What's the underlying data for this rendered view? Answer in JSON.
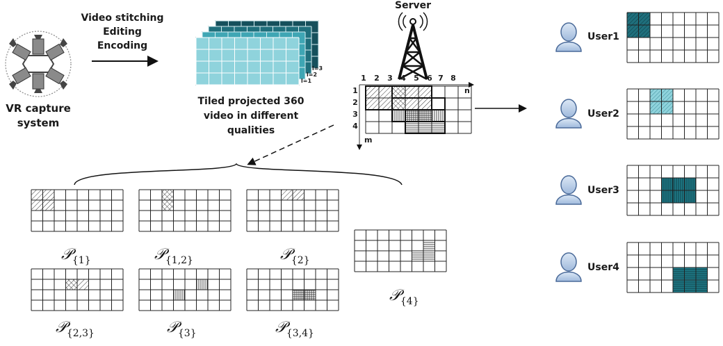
{
  "capture": {
    "label_line1": "VR capture",
    "label_line2": "system"
  },
  "processing": {
    "step1": "Video stitching",
    "step2": "Editing",
    "step3": "Encoding"
  },
  "tiled_video": {
    "caption_line1": "Tiled projected 360",
    "caption_line2": "video in different",
    "caption_line3": "qualities",
    "layer_labels": [
      "l=3",
      "l=2",
      "l=1"
    ]
  },
  "server": {
    "label": "Server"
  },
  "grid": {
    "col_numbers": [
      "1",
      "2",
      "3",
      "4",
      "5",
      "6",
      "7",
      "8"
    ],
    "row_numbers": [
      "1",
      "2",
      "3",
      "4"
    ],
    "axis_n": "n",
    "axis_m": "m"
  },
  "users": [
    {
      "label": "User1"
    },
    {
      "label": "User2"
    },
    {
      "label": "User3"
    },
    {
      "label": "User4"
    }
  ],
  "partitions": [
    {
      "symbol": "𝒫",
      "subscript": "{1}"
    },
    {
      "symbol": "𝒫",
      "subscript": "{1,2}"
    },
    {
      "symbol": "𝒫",
      "subscript": "{2}"
    },
    {
      "symbol": "𝒫",
      "subscript": "{4}"
    },
    {
      "symbol": "𝒫",
      "subscript": "{2,3}"
    },
    {
      "symbol": "𝒫",
      "subscript": "{3}"
    },
    {
      "symbol": "𝒫",
      "subscript": "{3,4}"
    }
  ],
  "colors": {
    "tile_light": "#8fd3dc",
    "tile_mid": "#3fa6b4",
    "tile_dark": "#1f6f7c",
    "tile_darkest": "#15505c",
    "user_body": "#b9cde6",
    "user_outline": "#4a6a99"
  }
}
